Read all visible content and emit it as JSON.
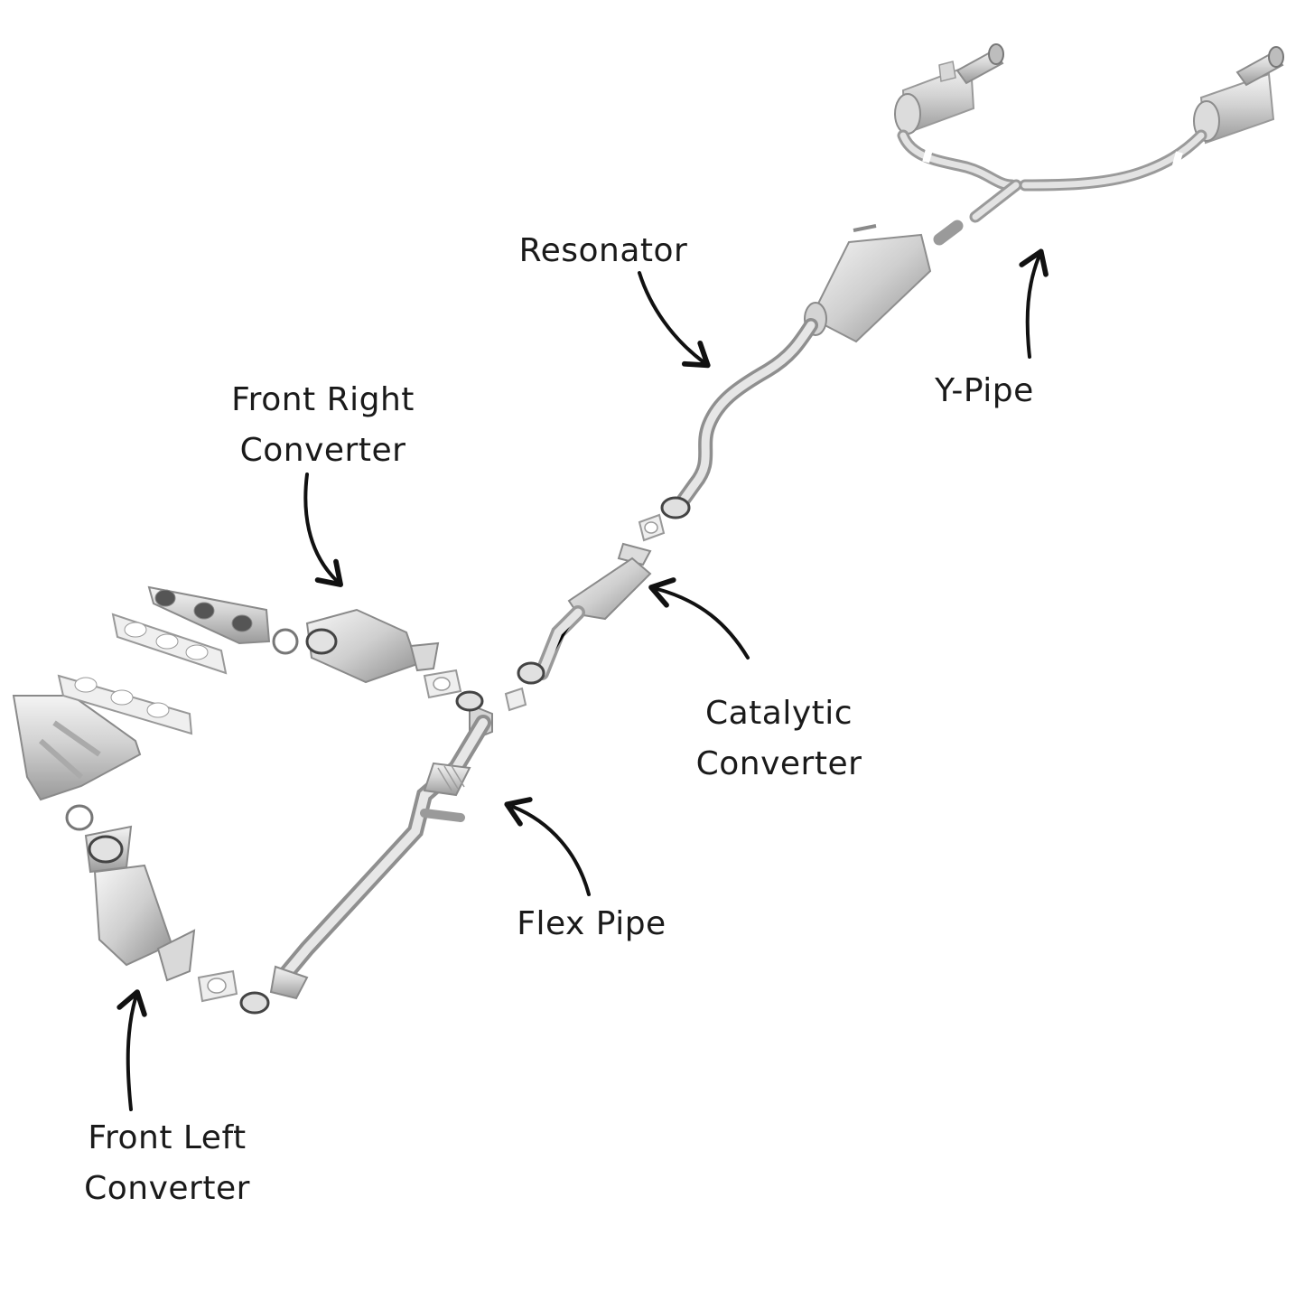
{
  "labels": {
    "resonator": "Resonator",
    "y_pipe": "Y-Pipe",
    "front_right": [
      "Front Right",
      "Converter"
    ],
    "catalytic": [
      "Catalytic",
      "Converter"
    ],
    "flex_pipe": "Flex Pipe",
    "front_left": [
      "Front Left",
      "Converter"
    ]
  },
  "colors": {
    "background": "#ffffff",
    "text": "#1a1a1a",
    "arrow": "#111111",
    "metal_light": "#e9e9e9",
    "metal_mid": "#c4c4c4",
    "metal_dark": "#8a8a8a"
  }
}
